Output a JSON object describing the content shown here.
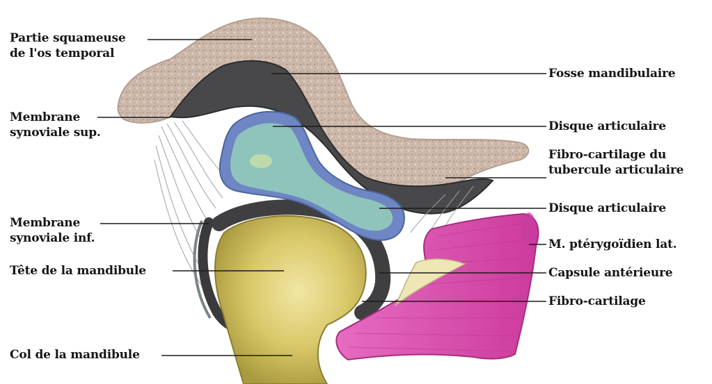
{
  "colors": {
    "bone": "#cdb8aa",
    "fossa": "#48484a",
    "disc_outer": "#6e86c4",
    "disc_inner": "#8fc4bd",
    "condyle": "#cdbb55",
    "muscle": "#df57b4",
    "capsule_fibers": "#9aa3a6",
    "leader_line": "#1a1a1a"
  },
  "labels_left": {
    "squamous_1": "Partie squameuse",
    "squamous_2": "de l'os temporal",
    "syn_sup_1": "Membrane",
    "syn_sup_2": "synoviale sup.",
    "syn_inf_1": "Membrane",
    "syn_inf_2": "synoviale inf.",
    "head": "Tête de la mandibule",
    "neck": "Col de la mandibule"
  },
  "labels_right": {
    "fossa": "Fosse mandibulaire",
    "disc_upper": "Disque articulaire",
    "fibro_tub_1": "Fibro-cartilage du",
    "fibro_tub_2": "tubercule articulaire",
    "disc_lower": "Disque articulaire",
    "pterygoid": "M. ptérygoïdien lat.",
    "capsule": "Capsule antérieure",
    "fibrocartilage": "Fibro-cartilage"
  }
}
